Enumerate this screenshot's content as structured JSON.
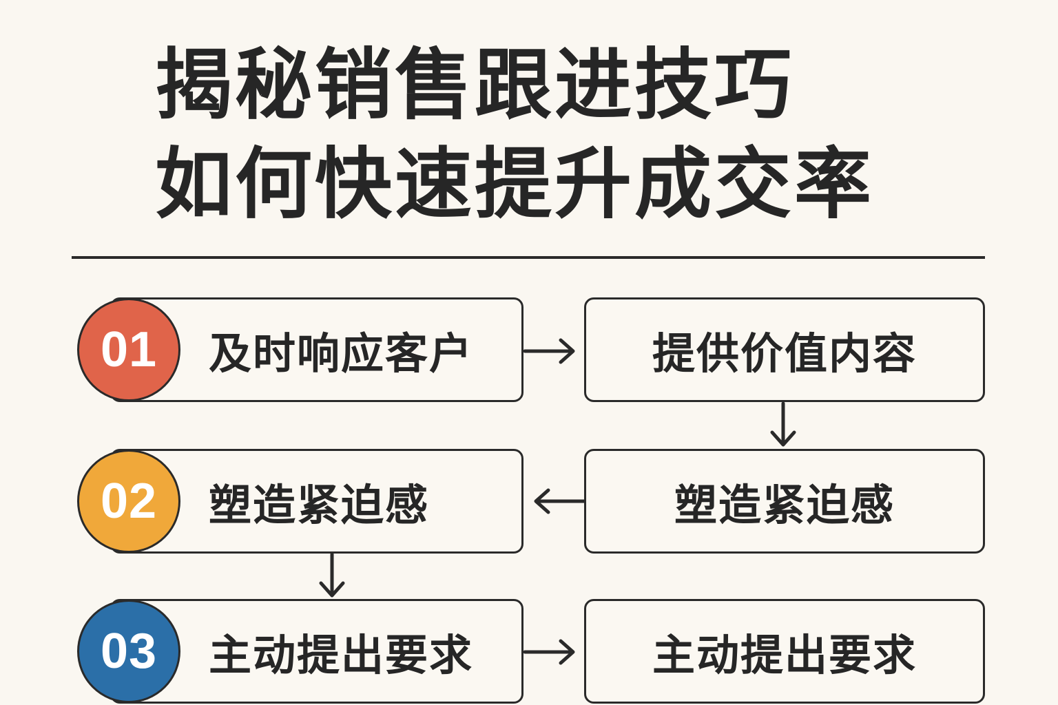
{
  "title": {
    "line1": "揭秘销售跟进技巧",
    "line2": "如何快速提升成交率"
  },
  "steps": [
    {
      "number": "01",
      "label": "及时响应客户",
      "color": "#e0644a"
    },
    {
      "number": "02",
      "label": "塑造紧迫感",
      "color": "#f0a83a"
    },
    {
      "number": "03",
      "label": "主动提出要求",
      "color": "#2b6fa8"
    }
  ],
  "right_boxes": [
    {
      "label": "提供价值内容"
    },
    {
      "label": "塑造紧迫感"
    },
    {
      "label": "主动提出要求"
    }
  ],
  "icons": {
    "arrow_right": "arrow-right-icon",
    "arrow_down": "arrow-down-icon",
    "arrow_left": "arrow-left-icon"
  }
}
